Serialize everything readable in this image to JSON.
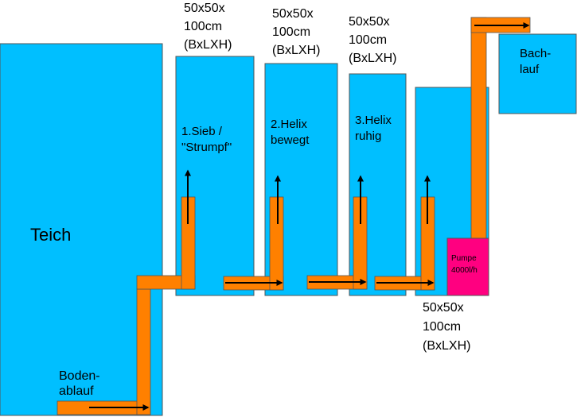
{
  "colors": {
    "water": "#00bfff",
    "pipe": "#ff8000",
    "pump": "#ff0080",
    "arrow": "#000000",
    "outline": "#555555"
  },
  "teich": {
    "label": "Teich"
  },
  "bodenablauf": {
    "line1": "Boden-",
    "line2": "ablauf"
  },
  "chamber1": {
    "dim1": "50x50x",
    "dim2": "100cm",
    "dim3": "(BxLXH)",
    "label1": "1.Sieb /",
    "label2": "\"Strumpf\""
  },
  "chamber2": {
    "dim1": "50x50x",
    "dim2": "100cm",
    "dim3": "(BxLXH)",
    "label1": "2.Helix",
    "label2": "bewegt"
  },
  "chamber3": {
    "dim1": "50x50x",
    "dim2": "100cm",
    "dim3": "(BxLXH)",
    "label1": "3.Helix",
    "label2": "ruhig"
  },
  "chamber4": {
    "dim1": "50x50x",
    "dim2": "100cm",
    "dim3": "(BxLXH)"
  },
  "pump": {
    "line1": "Pumpe",
    "line2": "4000l/h"
  },
  "bachlauf": {
    "line1": "Bach-",
    "line2": "lauf"
  }
}
